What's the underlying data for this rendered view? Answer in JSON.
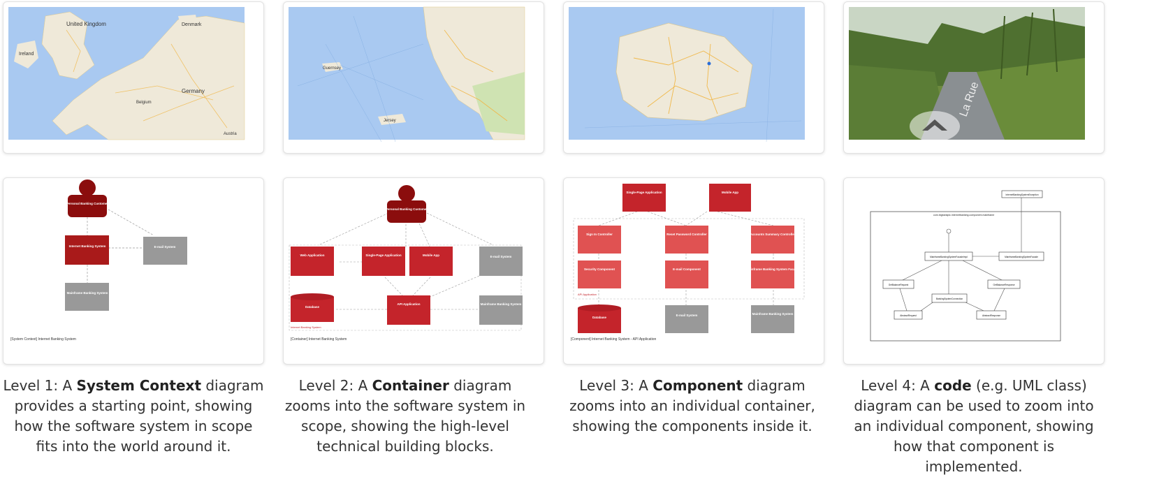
{
  "levels": [
    {
      "map_labels": [
        "United Kingdom",
        "Ireland",
        "Denmark",
        "Germany",
        "Belgium",
        "Austria"
      ],
      "caption": {
        "prefix": "Level 1: A ",
        "bold": "System Context",
        "suffix": " diagram provides a starting point, showing how the software system in scope fits into the world around it."
      },
      "diagram": {
        "customer": "Personal Banking Customer",
        "main": "Internet Banking System",
        "email": "E-mail System",
        "mainframe": "Mainframe Banking System",
        "footer": "[System Context] Internet Banking System"
      }
    },
    {
      "map_labels": [
        "Guernsey",
        "Jersey"
      ],
      "caption": {
        "prefix": "Level 2: A ",
        "bold": "Container",
        "suffix": " diagram zooms into the software system in scope, showing the high-level technical building blocks."
      },
      "diagram": {
        "customer": "Personal Banking Customer",
        "web": "Web Application",
        "spa": "Single-Page Application",
        "mobile": "Mobile App",
        "email": "E-mail System",
        "database": "Database",
        "api": "API Application",
        "mainframe": "Mainframe Banking System",
        "boundary": "Internet Banking System",
        "footer": "[Container] Internet Banking System"
      }
    },
    {
      "map_labels": [],
      "caption": {
        "prefix": "Level 3: A ",
        "bold": "Component",
        "suffix": " diagram zooms into an individual container, showing the components inside it."
      },
      "diagram": {
        "spa": "Single-Page Application",
        "mobile": "Mobile App",
        "signin": "Sign In Controller",
        "reset": "Reset Password Controller",
        "accounts": "Accounts Summary Controller",
        "security": "Security Component",
        "emailcomp": "E-mail Component",
        "facade": "Mainframe Banking System Facade",
        "database": "Database",
        "email": "E-mail System",
        "mainframe": "Mainframe Banking System",
        "boundary": "API Application",
        "footer": "[Component] Internet Banking System - API Application"
      }
    },
    {
      "map_labels": [
        "La Rue"
      ],
      "caption": {
        "prefix": "Level 4: A ",
        "bold": "code",
        "suffix": " (e.g. UML class) diagram can be used to zoom into an individual component, showing how that component is implemented."
      },
      "diagram": {
        "exception": "InternetBankingSystemException",
        "package": "com.bigbankplc.internetbanking.component.mainframe",
        "facade_impl": "MainframeBankingSystemFacadeImpl",
        "facade": "MainframeBankingSystemFacade",
        "get_balance": "GetBalanceRequest",
        "get_balance_resp": "GetBalanceResponse",
        "connection": "BankingSystemConnection",
        "abstract_request": "AbstractRequest",
        "abstract_response": "AbstractResponse"
      }
    }
  ],
  "colors": {
    "person": "#8b0d0d",
    "system": "#a91a1a",
    "container": "#c4242b",
    "component": "#e05252",
    "external": "#999999",
    "sea": "#a9c9f1",
    "land": "#efe9d9"
  }
}
